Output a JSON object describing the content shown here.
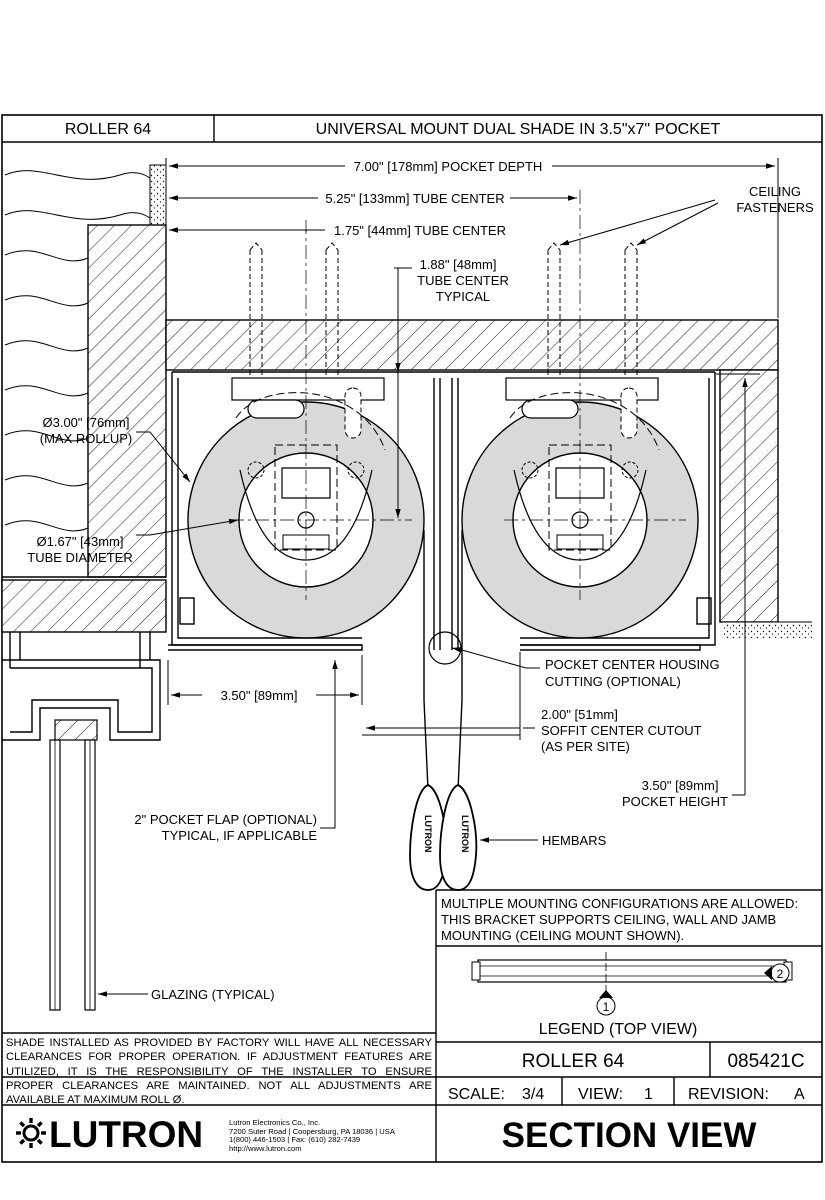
{
  "title_block": {
    "product_top": "ROLLER 64",
    "drawing_title": "UNIVERSAL MOUNT DUAL SHADE IN 3.5\"x7\" POCKET",
    "product_bottom": "ROLLER 64",
    "drawing_number": "085421C",
    "scale_label": "SCALE:",
    "scale_value": "3/4",
    "view_label": "VIEW:",
    "view_value": "1",
    "revision_label": "REVISION:",
    "revision_value": "A",
    "view_name": "SECTION VIEW"
  },
  "dimensions": {
    "pocket_depth": "7.00\" [178mm] POCKET DEPTH",
    "tube_center_525": "5.25\" [133mm] TUBE CENTER",
    "tube_center_175": "1.75\" [44mm] TUBE CENTER",
    "tube_center_typ": [
      "1.88\" [48mm]",
      "TUBE CENTER",
      "TYPICAL"
    ],
    "max_rollup": [
      "Ø3.00\" [76mm]",
      "(MAX ROLLUP)"
    ],
    "tube_diameter": [
      "Ø1.67\" [43mm]",
      "TUBE DIAMETER"
    ],
    "flap_350": "3.50\" [89mm]",
    "soffit": [
      "2.00\" [51mm]",
      "SOFFIT CENTER CUTOUT",
      "(AS PER SITE)"
    ],
    "pocket_height": [
      "3.50\" [89mm]",
      "POCKET HEIGHT"
    ]
  },
  "callouts": {
    "ceiling_fasteners": [
      "CEILING",
      "FASTENERS"
    ],
    "housing_cutting": [
      "POCKET CENTER HOUSING",
      "CUTTING (OPTIONAL)"
    ],
    "pocket_flap": [
      "2\" POCKET FLAP (OPTIONAL)",
      "TYPICAL, IF APPLICABLE"
    ],
    "hembars": "HEMBARS",
    "glazing": "GLAZING (TYPICAL)",
    "hembar_brand": "LUTRON"
  },
  "mounting_note": [
    "MULTIPLE MOUNTING CONFIGURATIONS ARE ALLOWED:",
    "THIS BRACKET SUPPORTS CEILING, WALL AND JAMB",
    "MOUNTING (CEILING MOUNT SHOWN)."
  ],
  "legend": {
    "title": "LEGEND (TOP VIEW)",
    "marker_1": "1",
    "marker_2": "2"
  },
  "general_note": [
    "SHADE INSTALLED AS PROVIDED BY FACTORY WILL HAVE ALL NECESSARY",
    "CLEARANCES FOR PROPER OPERATION. IF ADJUSTMENT FEATURES ARE",
    "UTILIZED, IT IS THE RESPONSIBILITY OF THE INSTALLER TO ENSURE",
    "PROPER CLEARANCES ARE MAINTAINED. NOT ALL ADJUSTMENTS ARE",
    "AVAILABLE AT MAXIMUM ROLL Ø."
  ],
  "company": {
    "logo": "LUTRON",
    "address": [
      "Lutron Electronics Co., Inc.",
      "7200 Suter Road | Coopersburg, PA 18036 | USA",
      "1(800) 446-1503 | Fax: (610) 282-7439",
      "http://www.lutron.com"
    ]
  }
}
